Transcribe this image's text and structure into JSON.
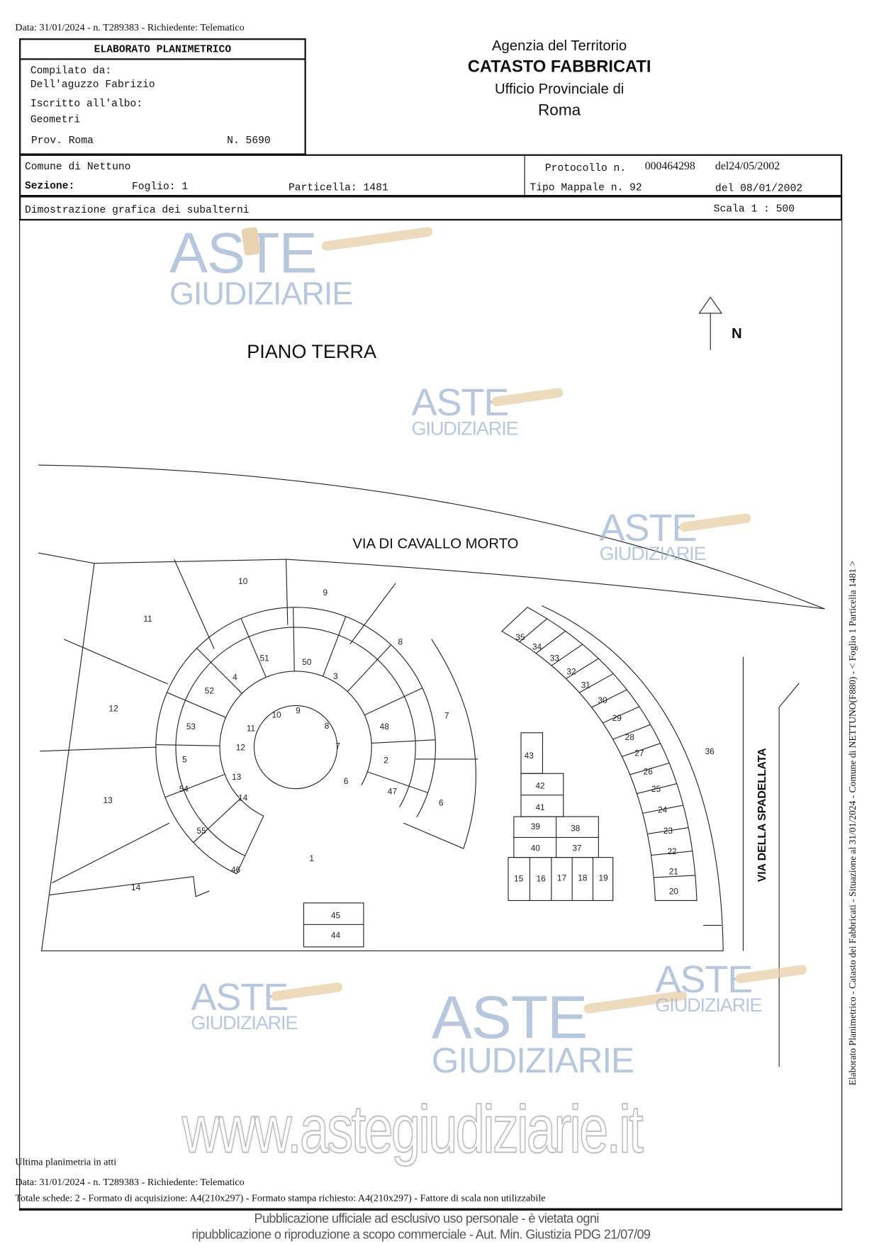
{
  "top_line": "Data: 31/01/2024 - n. T289383 - Richiedente: Telematico",
  "left_box": {
    "title": "ELABORATO PLANIMETRICO",
    "compiled_label": "Compilato da:",
    "compiled_name": "Dell'aguzzo Fabrizio",
    "albo_label": "Iscritto all'albo:",
    "albo_value": "Geometri",
    "prov": "Prov. Roma",
    "number": "N.  5690"
  },
  "agency": {
    "line1": "Agenzia del Territorio",
    "line2": "CATASTO FABBRICATI",
    "line3": "Ufficio Provinciale di",
    "line4": "Roma"
  },
  "info_row": {
    "comune": "Comune di Nettuno",
    "sezione": "Sezione:",
    "foglio": "Foglio: 1",
    "particella": "Particella: 1481",
    "protocollo_label": "Protocollo n.",
    "protocollo_value": "000464298",
    "protocollo_date": "del24/05/2002",
    "tipo_mappale": "Tipo Mappale n. 92",
    "tipo_date": "del 08/01/2002"
  },
  "subtitle_row": {
    "text": "Dimostrazione grafica dei subalterni",
    "scale": "Scala 1 : 500"
  },
  "plan": {
    "floor_title": "PIANO TERRA",
    "north": "N",
    "street_top": "VIA DI CAVALLO MORTO",
    "street_right": "VIA DELLA SPADELLATA",
    "unit_labels": [
      "10",
      "9",
      "11",
      "8",
      "51",
      "50",
      "4",
      "3",
      "52",
      "12",
      "7",
      "10",
      "9",
      "53",
      "11",
      "8",
      "48",
      "12",
      "7",
      "5",
      "2",
      "13",
      "6",
      "54",
      "47",
      "13",
      "14",
      "6",
      "55",
      "1",
      "46",
      "14",
      "45",
      "44",
      "43",
      "42",
      "41",
      "39",
      "38",
      "40",
      "37",
      "15",
      "16",
      "17",
      "18",
      "19",
      "35",
      "34",
      "33",
      "32",
      "31",
      "30",
      "29",
      "28",
      "27",
      "26",
      "25",
      "24",
      "23",
      "22",
      "21",
      "20",
      "36"
    ]
  },
  "side_text": "Elaborato Planimetrico - Catasto dei Fabbricati - Situazione al 31/01/2024 - Comune di NETTUNO(F880) - < Foglio 1 Particella 1481 >",
  "footer": {
    "last_plan": "Ultima planimetria in atti",
    "data_line": "Data: 31/01/2024 - n. T289383 - Richiedente: Telematico",
    "schede_line": "Totale schede: 2 - Formato di acquisizione: A4(210x297) - Formato stampa richiesto: A4(210x297) - Fattore di scala non utilizzabile"
  },
  "watermark": {
    "aste": "ASTE",
    "giudiziarie": "GIUDIZIARIE",
    "site": "www.astegiudiziarie.it",
    "notice1": "Pubblicazione ufficiale ad esclusivo uso personale - è vietata ogni",
    "notice2": "ripubblicazione o riproduzione a scopo commerciale - Aut. Min. Giustizia PDG 21/07/09"
  }
}
